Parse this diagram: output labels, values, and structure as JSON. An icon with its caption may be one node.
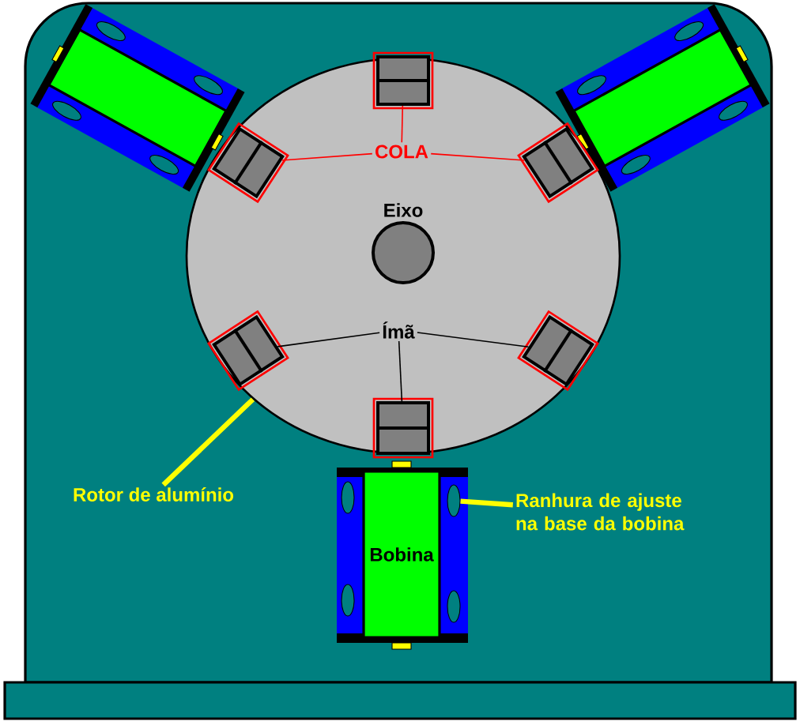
{
  "diagram": {
    "nodes": [
      {
        "text": [],
        "shape": "box"
      },
      {
        "text": [],
        "shape": "box"
      },
      {
        "text": [],
        "shape": "circle"
      },
      {
        "text": [],
        "shape": "box",
        "in": 2
      },
      {
        "text": [],
        "shape": "box",
        "in": 2
      },
      {
        "text": [],
        "shape": "box",
        "in": 2
      },
      {
        "text": [
          "COLA"
        ],
        "in": 2
      },
      {
        "text": [
          "Ímã"
        ],
        "in": 2
      },
      {
        "text": [],
        "shape": "box",
        "in": 2
      },
      {
        "text": [],
        "shape": "box",
        "in": 2
      },
      {
        "text": [],
        "shape": "box",
        "in": 2
      },
      {
        "text": [
          "Rotor de alumínio"
        ]
      },
      {
        "text": [
          "Bobina"
        ]
      },
      {
        "text": [
          "Ranhura de ajuste na base da bobina"
        ]
      },
      {
        "text": [],
        "shape": "slot"
      }
    ],
    "edges": [
      {
        "from": 6,
        "to": 3,
        "arrow": "none",
        "color": "#ff0000"
      },
      {
        "from": 6,
        "to": 4,
        "arrow": "none",
        "color": "#ff0000"
      },
      {
        "from": 6,
        "to": 5,
        "arrow": "none",
        "color": "#ff0000"
      },
      {
        "from": 7,
        "to": 8,
        "arrow": "none",
        "color": "#000000"
      },
      {
        "from": 7,
        "to": 9,
        "arrow": "none",
        "color": "#000000"
      },
      {
        "from": 7,
        "to": 10,
        "arrow": "none",
        "color": "#000000"
      },
      {
        "from": 11,
        "to": 2,
        "arrow": "none",
        "color": "#ffff00",
        "style": "thick"
      },
      {
        "from": 13,
        "to": 14,
        "arrow": "none",
        "color": "#ffff00",
        "style": "thick"
      }
    ],
    "labels": [
      "Eixo"
    ]
  }
}
